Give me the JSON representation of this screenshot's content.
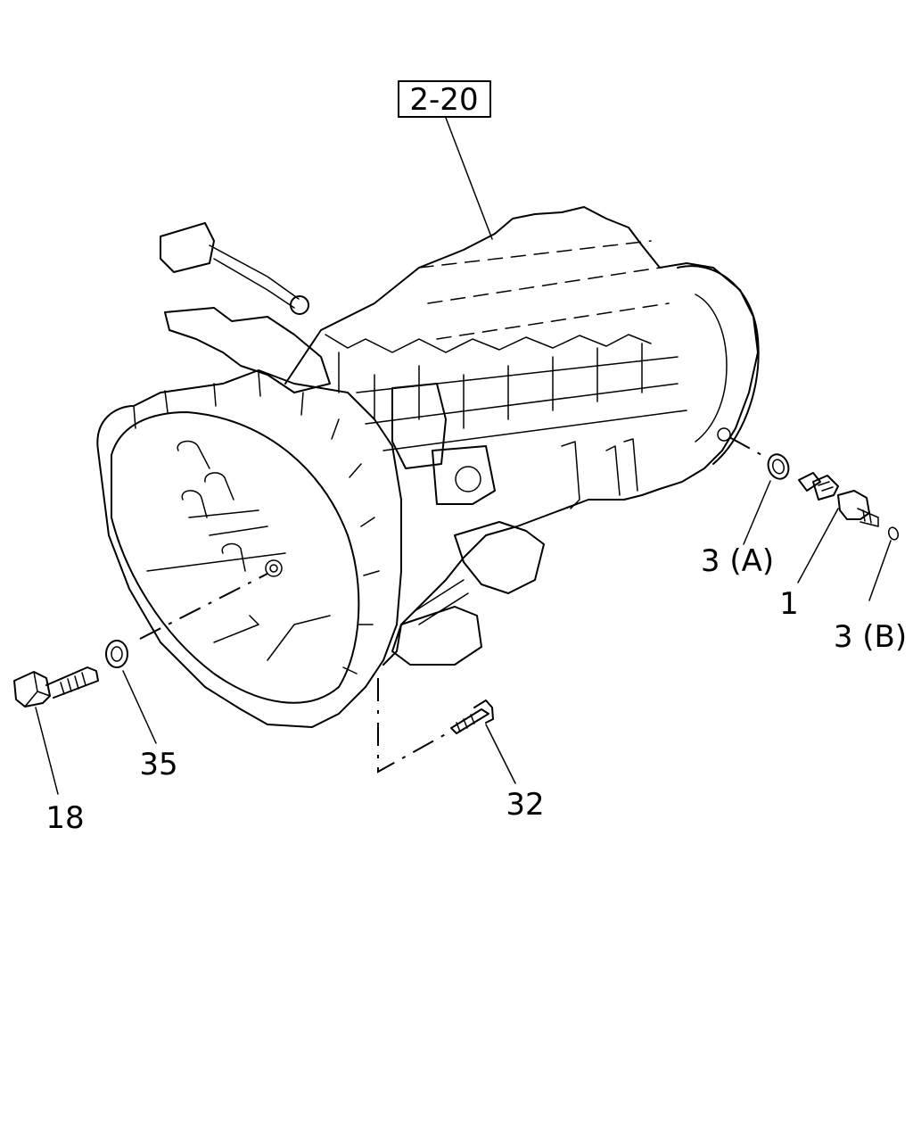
{
  "reference_box": "2-20",
  "callouts": {
    "part_1": "1",
    "part_3a": "3 (A)",
    "part_3b": "3 (B)",
    "part_18": "18",
    "part_32": "32",
    "part_35": "35"
  }
}
